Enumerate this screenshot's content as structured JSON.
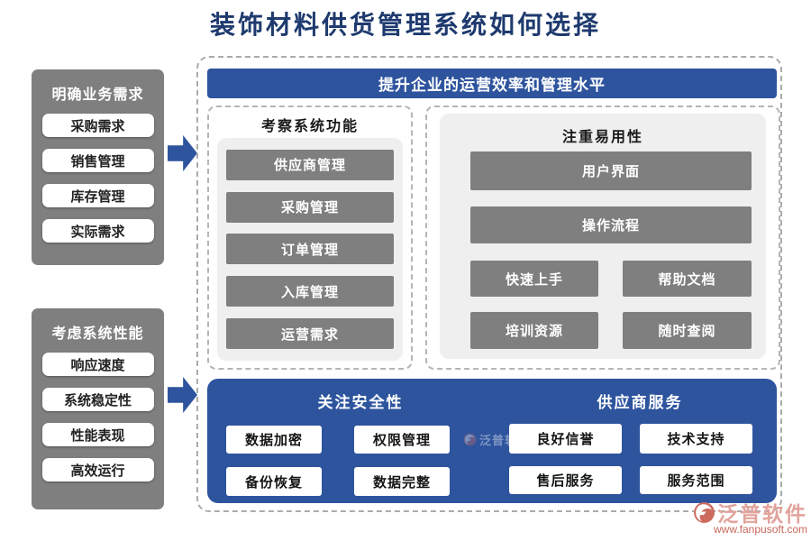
{
  "page_title": "装饰材料供货管理系统如何选择",
  "left_panels": [
    {
      "title": "明确业务需求",
      "items": [
        "采购需求",
        "销售管理",
        "库存管理",
        "实际需求"
      ]
    },
    {
      "title": "考虑系统性能",
      "items": [
        "响应速度",
        "系统稳定性",
        "性能表现",
        "高效运行"
      ]
    }
  ],
  "main": {
    "banner": "提升企业的运营效率和管理水平",
    "function_panel": {
      "title": "考察系统功能",
      "items": [
        "供应商管理",
        "采购管理",
        "订单管理",
        "入库管理",
        "运营需求"
      ]
    },
    "usability_panel": {
      "title": "注重易用性",
      "wide_items": [
        "用户界面",
        "操作流程"
      ],
      "grid_items": [
        "快速上手",
        "帮助文档",
        "培训资源",
        "随时查阅"
      ]
    },
    "bottom_panel": {
      "security": {
        "title": "关注安全性",
        "items": [
          "数据加密",
          "权限管理",
          "备份恢复",
          "数据完整"
        ]
      },
      "service": {
        "title": "供应商服务",
        "items": [
          "良好信誉",
          "技术支持",
          "售后服务",
          "服务范围"
        ]
      }
    }
  },
  "watermark": {
    "brand": "泛普软件"
  },
  "footer": {
    "brand": "泛普软件",
    "url": "www.fanpusoft.com"
  },
  "colors": {
    "accent_blue": "#2e549e",
    "panel_gray": "#7f7f7f",
    "light_gray": "#efefef",
    "title_navy": "#1e3a6e",
    "brand_pink": "#e2a39c",
    "brand_red": "#c9685c"
  }
}
